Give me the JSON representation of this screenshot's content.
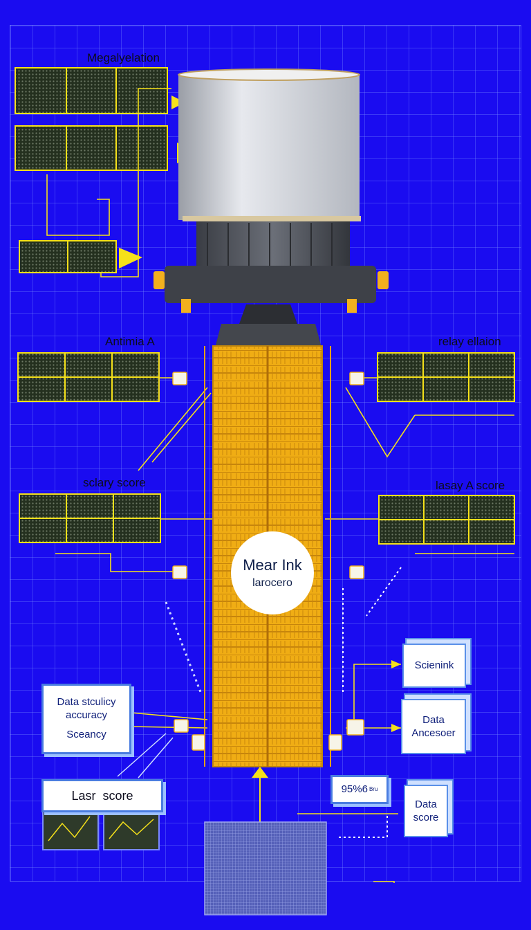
{
  "labels": {
    "top": "Megalyelation",
    "antenna": "Antimia A",
    "relay": "relay ellaion",
    "sclary": "sclary score",
    "lasay": "lasay A score"
  },
  "core": {
    "line1": "Mear Ink",
    "line2": "larocero"
  },
  "boxes": {
    "data_box": {
      "line1": "Data stculicy",
      "line2": "accuracy",
      "line3": "Sceancy"
    },
    "laser": {
      "title": "Lasr  score"
    },
    "scienink": "Scienink",
    "data_accessor": {
      "line1": "Data",
      "line2": "Ancesoer"
    },
    "percent": "95%6",
    "percent_small": "Bru",
    "data_score": {
      "line1": "Data",
      "line2": "score"
    }
  },
  "colors": {
    "background": "#1a0cf0",
    "truss": "#f2b01e",
    "panel": "#2e3a2a",
    "connector": "#f5e11a"
  },
  "icons": [
    "solar-panel-icon",
    "satellite-body-icon",
    "arrow-icon"
  ]
}
